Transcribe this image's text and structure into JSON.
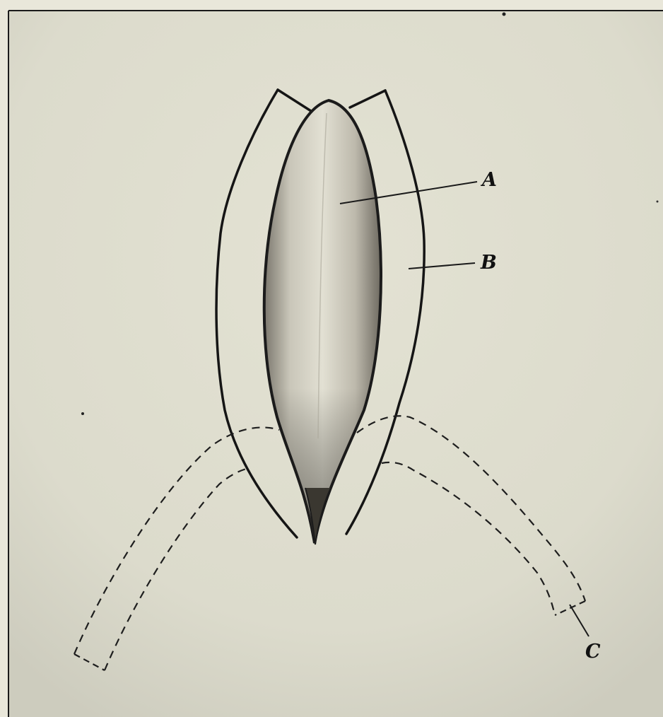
{
  "figure": {
    "labels": {
      "a": "A",
      "b": "B",
      "c": "C"
    },
    "colors": {
      "paper": "#e6e4d6",
      "ink": "#151515",
      "kernel_shade": "#8d8a80"
    }
  }
}
